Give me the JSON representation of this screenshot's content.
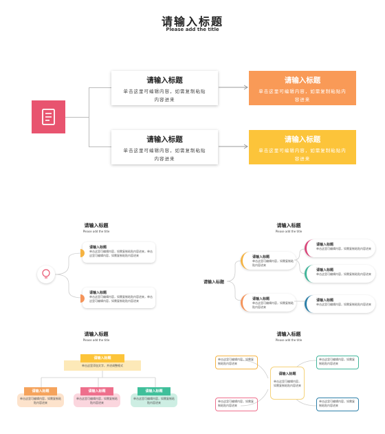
{
  "slide1": {
    "title": "请输入标题",
    "subtitle": "Please add the title",
    "icon": "document-icon",
    "accent": "#e8546f",
    "cards": [
      {
        "title": "请输入标题",
        "body": "单击这里可编辑内容，如需复制粘贴内容进来"
      },
      {
        "title": "请输入标题",
        "body": "单击这里可编辑内容，如需复制粘贴内容进来"
      }
    ],
    "result_cards": [
      {
        "title": "请输入标题",
        "body": "单击这里可编辑内容，如需复制粘贴内容进来",
        "color": "#f99a57"
      },
      {
        "title": "请输入标题",
        "body": "单击这里可编辑内容，如需复制粘贴内容进来",
        "color": "#fcc43a"
      }
    ]
  },
  "thumb_a": {
    "title": "请输入标题",
    "subtitle": "Please add the title",
    "icon": "lightbulb-icon",
    "items": [
      {
        "title": "请输入标题",
        "text": "单击这里可编辑内容，如需复制粘贴内容进来，单击这里可编辑内容，如需复制粘贴内容进来"
      },
      {
        "title": "请输入标题",
        "text": "单击这里可编辑内容，如需复制粘贴内容进来，单击这里可编辑内容，如需复制粘贴内容进来"
      }
    ]
  },
  "thumb_b": {
    "title": "请输入标题",
    "subtitle": "Please add the title",
    "root": "请输入标题",
    "mid": [
      {
        "title": "请输入标题",
        "text": "单击这里可编辑内容，如需复制粘贴内容进来"
      },
      {
        "title": "请输入标题",
        "text": "单击这里可编辑内容，如需复制粘贴内容进来"
      }
    ],
    "leaves": [
      {
        "title": "请输入标题",
        "text": "单击这里可编辑内容，如需复制粘贴内容进来",
        "color": "#d9467a"
      },
      {
        "title": "请输入标题",
        "text": "单击这里可编辑内容，如需复制粘贴内容进来",
        "color": "#41b59a"
      },
      {
        "title": "请输入标题",
        "text": "单击这里可编辑内容，如需复制粘贴内容进来",
        "color": "#2c7fa8"
      }
    ]
  },
  "thumb_c": {
    "title": "请输入标题",
    "subtitle": "Please add the title",
    "top": {
      "title": "请输入标题",
      "text": "单击这里添加文字，并进调整格式"
    },
    "children": [
      {
        "title": "请输入标题",
        "text": "单击这里可编辑内容，如需复制粘贴内容进来",
        "color": "#f5a35c",
        "bg": "#fde3cc"
      },
      {
        "title": "请输入标题",
        "text": "单击这里可编辑内容，如需复制粘贴内容进来",
        "color": "#ee6f8c",
        "bg": "#fbd6de"
      },
      {
        "title": "请输入标题",
        "text": "单击这里可编辑内容，如需复制粘贴内容进来",
        "color": "#3fbf9a",
        "bg": "#cdeee3"
      }
    ]
  },
  "thumb_d": {
    "title": "请输入标题",
    "subtitle": "Please add the title",
    "center": {
      "title": "请输入标题",
      "text": "单击这里可编辑内容，如需复制粘贴内容进来"
    },
    "corners": [
      "单击这里可编辑内容，如需复制粘贴内容进来",
      "单击这里可编辑内容，如需复制粘贴内容进来",
      "单击这里可编辑内容，如需复制粘贴内容进来",
      "单击这里可编辑内容，如需复制粘贴内容进来"
    ]
  }
}
